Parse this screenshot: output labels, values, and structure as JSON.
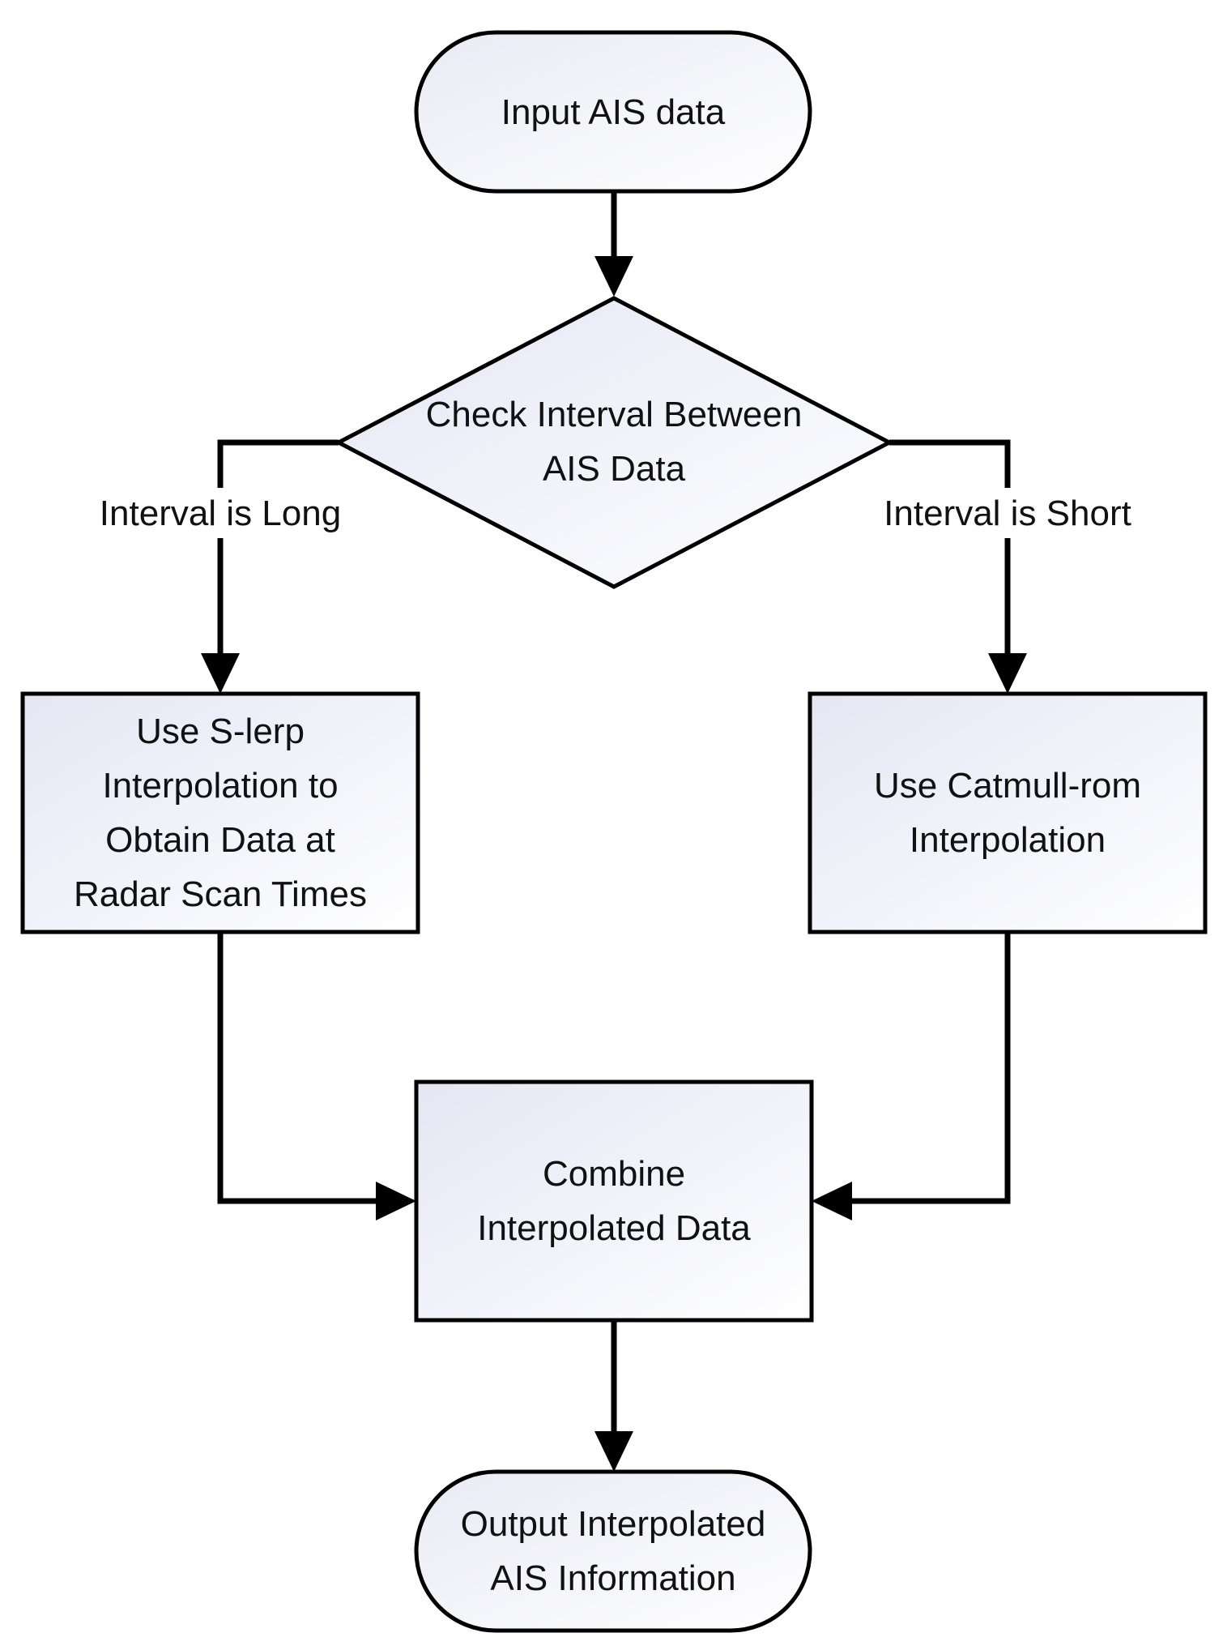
{
  "nodes": {
    "start": {
      "lines": [
        "Input AIS data"
      ]
    },
    "decision": {
      "lines": [
        "Check Interval Between",
        "AIS Data"
      ]
    },
    "slerp": {
      "lines": [
        "Use S-lerp",
        "Interpolation to",
        "Obtain Data at",
        "Radar Scan Times"
      ]
    },
    "catmull": {
      "lines": [
        "Use Catmull-rom",
        "Interpolation"
      ]
    },
    "combine": {
      "lines": [
        "Combine",
        "Interpolated Data"
      ]
    },
    "end": {
      "lines": [
        "Output Interpolated",
        "AIS Information"
      ]
    }
  },
  "edges": {
    "long_label": "Interval is Long",
    "short_label": "Interval is Short"
  }
}
